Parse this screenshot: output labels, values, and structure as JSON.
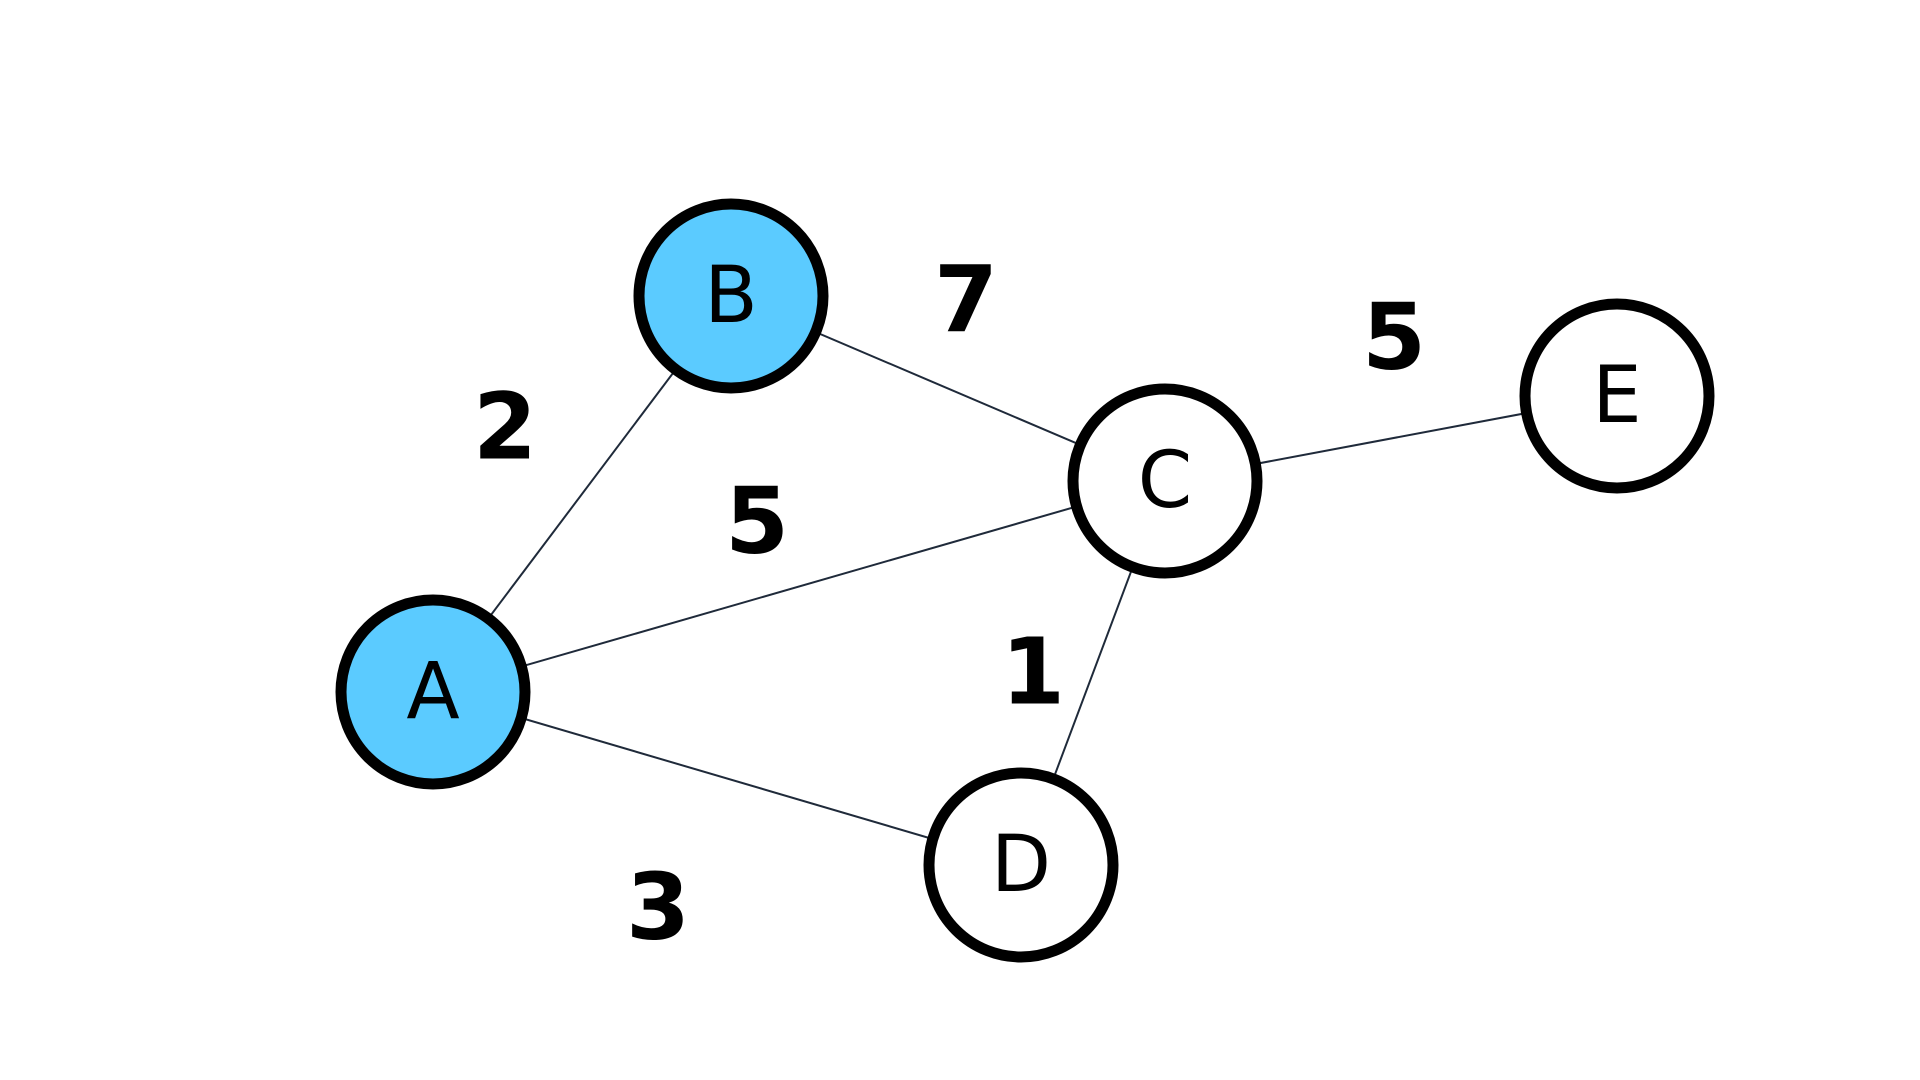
{
  "graph": {
    "colors": {
      "visited": "#5bcbff",
      "unvisited": "#ffffff"
    },
    "nodes": [
      {
        "id": "A",
        "label": "A",
        "visited": true
      },
      {
        "id": "B",
        "label": "B",
        "visited": true
      },
      {
        "id": "C",
        "label": "C",
        "visited": false
      },
      {
        "id": "D",
        "label": "D",
        "visited": false
      },
      {
        "id": "E",
        "label": "E",
        "visited": false
      }
    ],
    "edges": [
      {
        "id": "A-B",
        "from": "A",
        "to": "B",
        "weight": "2"
      },
      {
        "id": "B-C",
        "from": "B",
        "to": "C",
        "weight": "7"
      },
      {
        "id": "A-C",
        "from": "A",
        "to": "C",
        "weight": "5"
      },
      {
        "id": "C-E",
        "from": "C",
        "to": "E",
        "weight": "5"
      },
      {
        "id": "C-D",
        "from": "C",
        "to": "D",
        "weight": "1"
      },
      {
        "id": "A-D",
        "from": "A",
        "to": "D",
        "weight": "3"
      }
    ]
  }
}
